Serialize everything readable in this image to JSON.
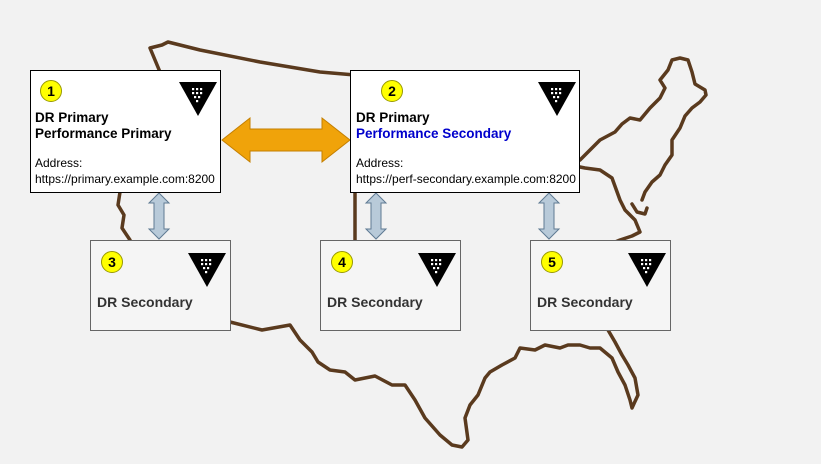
{
  "colors": {
    "map_outline": "#5a3a1e",
    "badge": "#ffff00",
    "perf_secondary_text": "#0000cc",
    "replication_arrow": "#f0a30a",
    "dr_arrow": "#b8cad9"
  },
  "icons": {
    "node": "vault-triangle-icon"
  },
  "nodes": [
    {
      "badge": "1",
      "line1": "DR Primary",
      "line2": "Performance Primary",
      "address_label": "Address:",
      "address": "https://primary.example.com:8200"
    },
    {
      "badge": "2",
      "line1": "DR Primary",
      "line2": "Performance Secondary",
      "address_label": "Address:",
      "address": "https://perf-secondary.example.com:8200"
    },
    {
      "badge": "3",
      "line1": "DR Secondary"
    },
    {
      "badge": "4",
      "line1": "DR Secondary"
    },
    {
      "badge": "5",
      "line1": "DR Secondary"
    }
  ]
}
